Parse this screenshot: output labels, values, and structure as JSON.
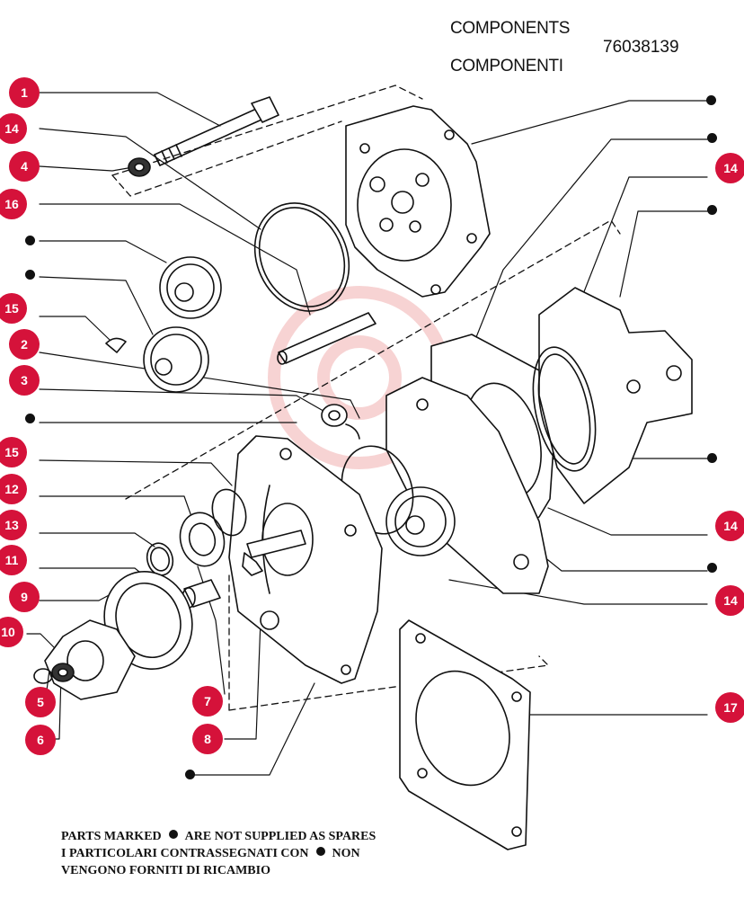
{
  "header": {
    "title_en": "COMPONENTS",
    "title_it": "COMPONENTI",
    "part_number": "76038139"
  },
  "callouts": {
    "left": [
      "1",
      "14",
      "4",
      "16",
      "15",
      "2",
      "3",
      "15",
      "12",
      "13",
      "11",
      "9",
      "10",
      "5",
      "6",
      "7",
      "8"
    ],
    "right": [
      "14",
      "14",
      "14",
      "17"
    ]
  },
  "footer": {
    "line1_a": "PARTS MARKED",
    "line1_b": "ARE NOT SUPPLIED AS SPARES",
    "line2_a": "I PARTICOLARI CONTRASSEGNATI CON",
    "line2_b": "NON",
    "line3": "VENGONO FORNITI DI RICAMBIO"
  },
  "colors": {
    "callout": "#d5123a",
    "line": "#111111",
    "watermark": "#f2b6b6"
  }
}
